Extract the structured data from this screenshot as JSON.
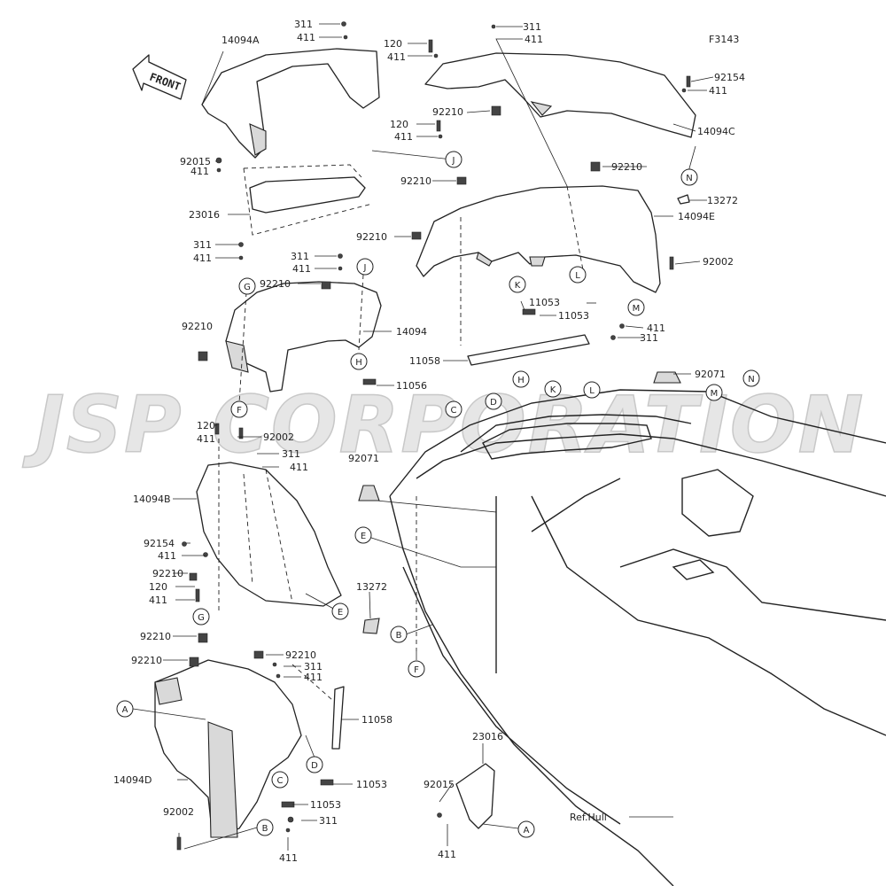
{
  "diagram_code": "F3143",
  "watermark": "JSP CORPORATION",
  "front_label": "FRONT",
  "ref_label": "Ref.Hull",
  "labels": {
    "l_311_a": "311",
    "l_411_a": "411",
    "l_14094A": "14094A",
    "l_120_a": "120",
    "l_411_b": "411",
    "l_311_b": "311",
    "l_411_c": "411",
    "l_92154_a": "92154",
    "l_411_d": "411",
    "l_14094C": "14094C",
    "l_92210_a": "92210",
    "l_120_b": "120",
    "l_411_e": "411",
    "l_92015_a": "92015",
    "l_411_f": "411",
    "l_92210_b": "92210",
    "l_23016_a": "23016",
    "l_92210_c": "92210",
    "l_13272_a": "13272",
    "l_92210_d": "92210",
    "l_14094E": "14094E",
    "l_311_c": "311",
    "l_411_g": "411",
    "l_311_d": "311",
    "l_411_h": "411",
    "l_92002_a": "92002",
    "l_92210_e": "92210",
    "l_11053_a": "11053",
    "l_11053_b": "11053",
    "l_92210_f": "92210",
    "l_14094": "14094",
    "l_411_i": "411",
    "l_311_e": "311",
    "l_11058_a": "11058",
    "l_92071_a": "92071",
    "l_11056": "11056",
    "l_120_c": "120",
    "l_411_j": "411",
    "l_92002_b": "92002",
    "l_311_f": "311",
    "l_411_k": "411",
    "l_92071_b": "92071",
    "l_14094B": "14094B",
    "l_92154_b": "92154",
    "l_411_l": "411",
    "l_92210_g": "92210",
    "l_120_d": "120",
    "l_411_m": "411",
    "l_13272_b": "13272",
    "l_92210_h": "92210",
    "l_92210_i": "92210",
    "l_92210_j": "92210",
    "l_311_g": "311",
    "l_411_n": "411",
    "l_11058_b": "11058",
    "l_14094D": "14094D",
    "l_11053_c": "11053",
    "l_11053_d": "11053",
    "l_23016_b": "23016",
    "l_92015_b": "92015",
    "l_92002_c": "92002",
    "l_311_h": "311",
    "l_411_o": "411",
    "l_411_p": "411"
  },
  "callouts": {
    "c_J1": "J",
    "c_N1": "N",
    "c_K1": "K",
    "c_L1": "L",
    "c_M1": "M",
    "c_G1": "G",
    "c_J2": "J",
    "c_H1": "H",
    "c_F1": "F",
    "c_C1": "C",
    "c_D1": "D",
    "c_H2": "H",
    "c_K2": "K",
    "c_L2": "L",
    "c_M2": "M",
    "c_N2": "N",
    "c_E1": "E",
    "c_E2": "E",
    "c_B1": "B",
    "c_F2": "F",
    "c_G2": "G",
    "c_A1": "A",
    "c_D2": "D",
    "c_C2": "C",
    "c_B2": "B",
    "c_A2": "A"
  }
}
